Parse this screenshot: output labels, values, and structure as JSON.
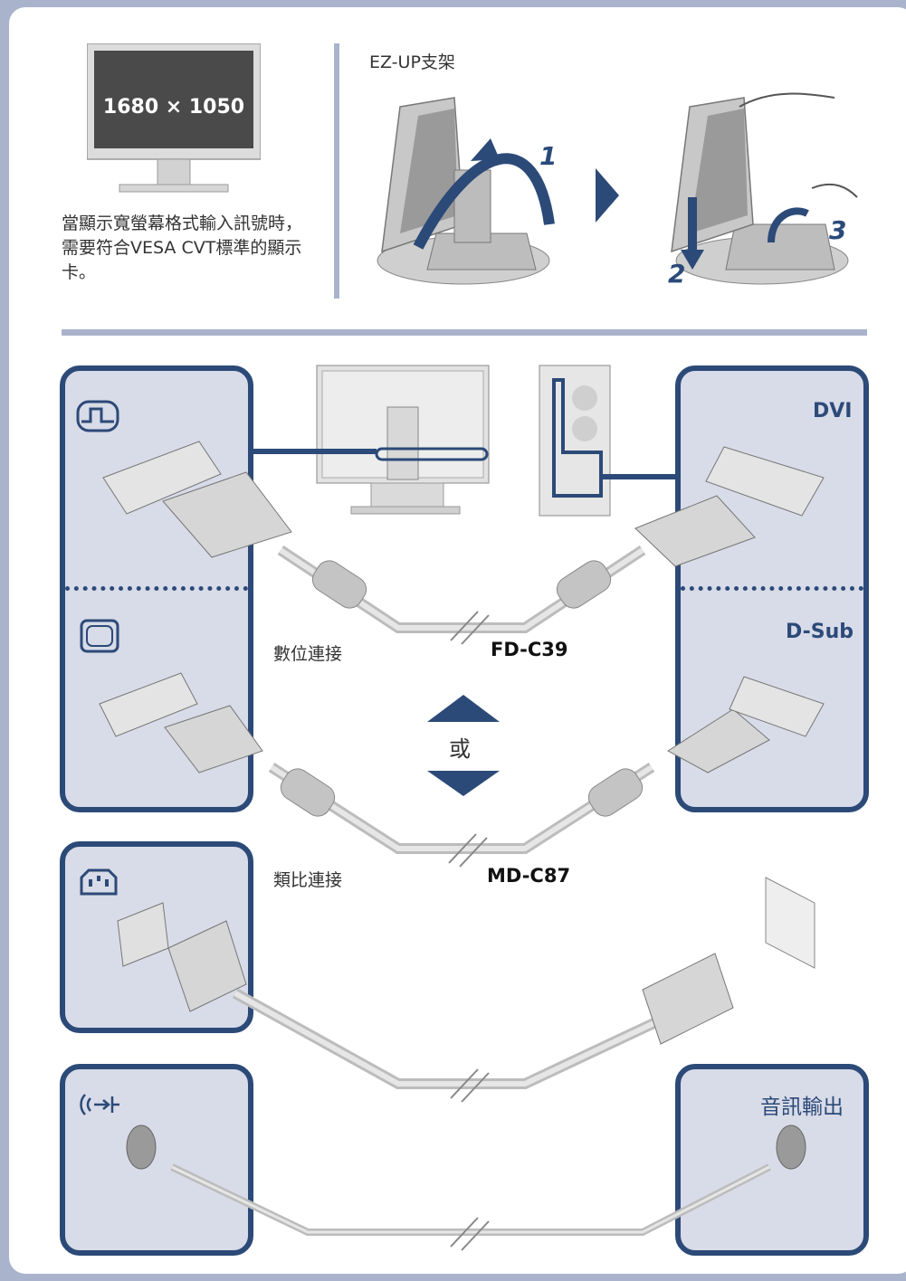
{
  "top": {
    "resolution": "1680 × 1050",
    "note": "當顯示寬螢幕格式輸入訊號時，需要符合VESA CVT標準的顯示卡。",
    "stand_title": "EZ-UP支架",
    "steps": [
      "1",
      "2",
      "3"
    ]
  },
  "connections": {
    "dvi_label": "DVI",
    "dsub_label": "D-Sub",
    "audio_out_label": "音訊輸出",
    "digital_label": "數位連接",
    "analog_label": "類比連接",
    "or_label": "或",
    "digital_cable": "FD-C39",
    "analog_cable": "MD-C87"
  },
  "icons": [
    "digital-signal-icon",
    "monitor-analog-icon",
    "power-inlet-icon",
    "audio-icon"
  ],
  "colors": {
    "navy": "#2c4a78",
    "panel": "#d8dbe8",
    "cable": "#c8c8c8",
    "bg": "#a9b3cc"
  }
}
